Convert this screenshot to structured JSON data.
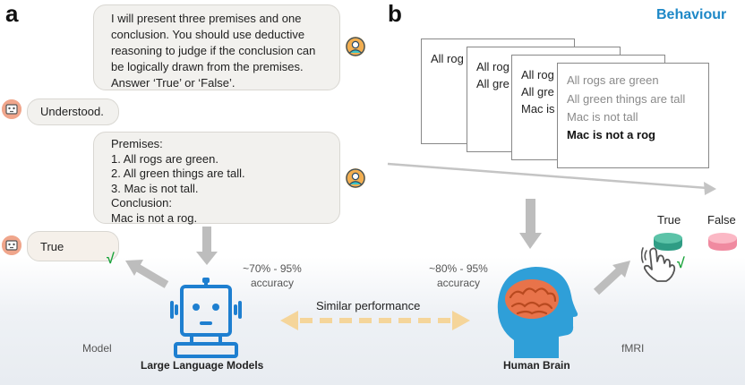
{
  "panels": {
    "a": "a",
    "b": "b"
  },
  "behaviour_title": "Behaviour",
  "chat": {
    "prompt_lines": [
      "I will present three premises and one",
      "conclusion. You should use deductive",
      "reasoning to judge if the conclusion can",
      "be logically drawn from the premises.",
      "Answer ‘True’ or ‘False’."
    ],
    "understood": "Understood.",
    "problem_lines": [
      "Premises:",
      "1. All rogs are green.",
      "2. All green things are tall.",
      "3. Mac is not tall.",
      "Conclusion:",
      "Mac is not a rog."
    ],
    "answer": "True",
    "check": "√"
  },
  "cards": {
    "card1": "All rog",
    "card2": [
      "All rog",
      "All gre"
    ],
    "card3": [
      "All rog",
      "All gre",
      "Mac is"
    ],
    "card4": [
      "All rogs are green",
      "All green things are tall",
      "Mac is not tall",
      "Mac is not a rog"
    ]
  },
  "llm": {
    "accuracy": [
      "~70% - 95%",
      "accuracy"
    ],
    "model_label": "Model",
    "caption": "Large Language Models"
  },
  "human": {
    "accuracy": [
      "~80% - 95%",
      "accuracy"
    ],
    "fmri_label": "fMRI",
    "caption": "Human Brain"
  },
  "similar_performance": "Similar performance",
  "response": {
    "true_label": "True",
    "false_label": "False",
    "check": "√"
  },
  "colors": {
    "accent_blue": "#1e88c7",
    "robot_blue": "#1e7fd0",
    "head_blue": "#2f9fd8",
    "brain_orange": "#e8734a",
    "arrow_orange": "#f5d59a",
    "check_green": "#1aa33b"
  }
}
